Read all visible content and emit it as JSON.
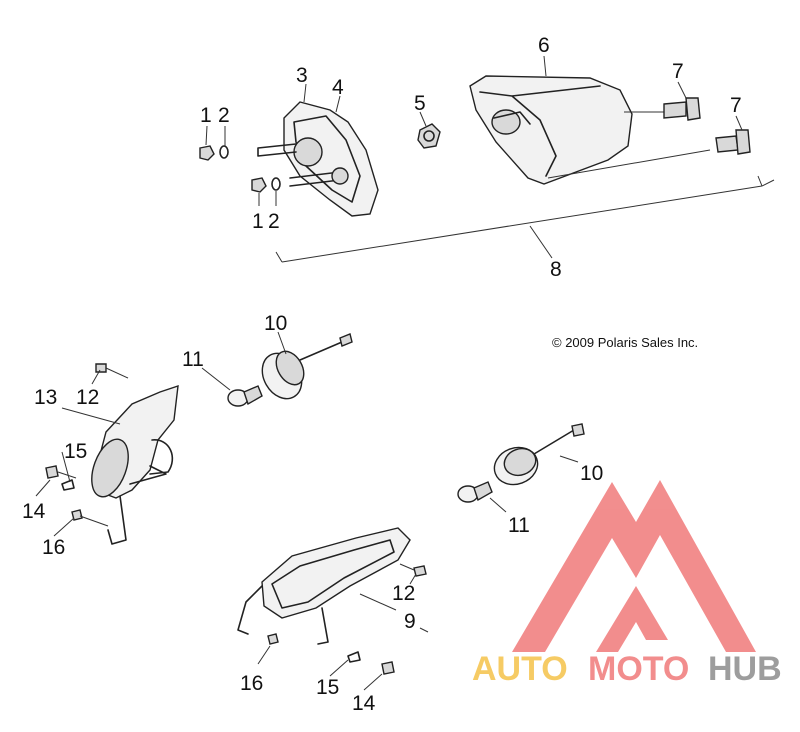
{
  "callouts": {
    "c1a": "1",
    "c2a": "2",
    "c3": "3",
    "c4": "4",
    "c5": "5",
    "c6": "6",
    "c7a": "7",
    "c7b": "7",
    "c1b": "1",
    "c2b": "2",
    "c8": "8",
    "c10a": "10",
    "c11a": "11",
    "c12a": "12",
    "c13": "13",
    "c15a": "15",
    "c14a": "14",
    "c16a": "16",
    "c10b": "10",
    "c11b": "11",
    "c12b": "12",
    "c9": "9",
    "c16b": "16",
    "c15b": "15",
    "c14b": "14"
  },
  "copyright": "© 2009 Polaris Sales Inc.",
  "watermark": {
    "word_auto": "AUTO",
    "word_moto": "MOTO",
    "word_hub": "HUB",
    "colors": {
      "triangle": "#f07a7a",
      "auto": "#f5c24a",
      "moto": "#f07a7a",
      "hub": "#8c8c8c"
    }
  }
}
